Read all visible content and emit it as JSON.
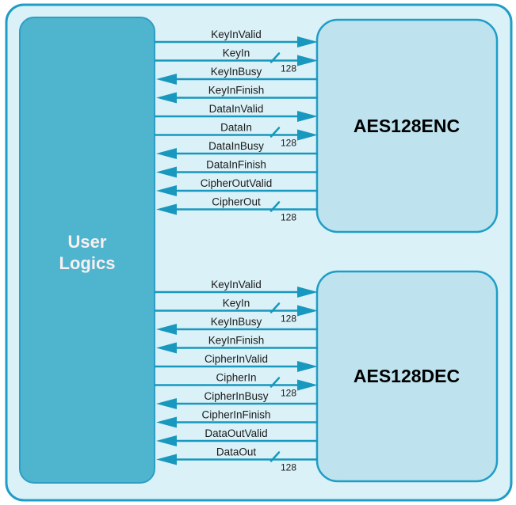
{
  "colors": {
    "page_bg": "#ffffff",
    "panel_bg": "#daf1f8",
    "panel_border": "#1f9dc6",
    "user_bg": "#4fb5ce",
    "user_border": "#2d9ec4",
    "module_bg": "#bee3ee",
    "line": "#1898be",
    "label_text": "#1a1a1a",
    "title_text": "#000000",
    "user_text": "#f9eff0"
  },
  "user_block": {
    "line1": "User",
    "line2": "Logics"
  },
  "modules": [
    {
      "name": "AES128ENC"
    },
    {
      "name": "AES128DEC"
    }
  ],
  "enc_signals": [
    {
      "name": "KeyInValid",
      "direction": "to-module",
      "bus": null
    },
    {
      "name": "KeyIn",
      "direction": "to-module",
      "bus": "128"
    },
    {
      "name": "KeyInBusy",
      "direction": "to-user",
      "bus": null
    },
    {
      "name": "KeyInFinish",
      "direction": "to-user",
      "bus": null
    },
    {
      "name": "DataInValid",
      "direction": "to-module",
      "bus": null
    },
    {
      "name": "DataIn",
      "direction": "to-module",
      "bus": "128"
    },
    {
      "name": "DataInBusy",
      "direction": "to-user",
      "bus": null
    },
    {
      "name": "DataInFinish",
      "direction": "to-user",
      "bus": null
    },
    {
      "name": "CipherOutValid",
      "direction": "to-user",
      "bus": null
    },
    {
      "name": "CipherOut",
      "direction": "to-user",
      "bus": "128"
    }
  ],
  "dec_signals": [
    {
      "name": "KeyInValid",
      "direction": "to-module",
      "bus": null
    },
    {
      "name": "KeyIn",
      "direction": "to-module",
      "bus": "128"
    },
    {
      "name": "KeyInBusy",
      "direction": "to-user",
      "bus": null
    },
    {
      "name": "KeyInFinish",
      "direction": "to-user",
      "bus": null
    },
    {
      "name": "CipherInValid",
      "direction": "to-module",
      "bus": null
    },
    {
      "name": "CipherIn",
      "direction": "to-module",
      "bus": "128"
    },
    {
      "name": "CipherInBusy",
      "direction": "to-user",
      "bus": null
    },
    {
      "name": "CipherInFinish",
      "direction": "to-user",
      "bus": null
    },
    {
      "name": "DataOutValid",
      "direction": "to-user",
      "bus": null
    },
    {
      "name": "DataOut",
      "direction": "to-user",
      "bus": "128"
    }
  ]
}
